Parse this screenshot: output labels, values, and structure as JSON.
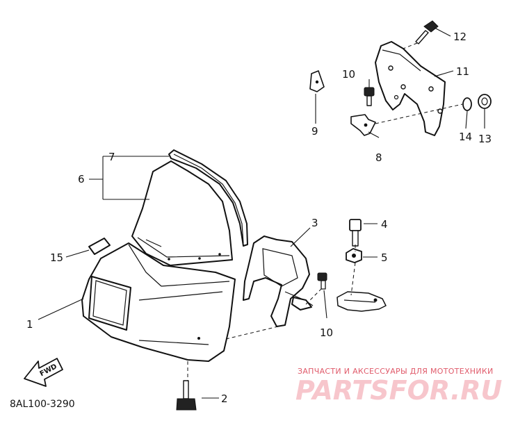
{
  "diagram": {
    "callouts": {
      "c1": "1",
      "c2": "2",
      "c3": "3",
      "c4": "4",
      "c5": "5",
      "c6": "6",
      "c7": "7",
      "c8": "8",
      "c9": "9",
      "c10a": "10",
      "c10b": "10",
      "c11": "11",
      "c12": "12",
      "c13": "13",
      "c14": "14",
      "c15": "15"
    },
    "fwd_label": "FWD",
    "catalog_code": "8AL100-3290"
  },
  "watermark": {
    "subtitle": "ЗАПЧАСТИ И АКСЕССУАРЫ ДЛЯ МОТОТЕХНИКИ",
    "logo_text": "PARTSFOR.RU"
  }
}
